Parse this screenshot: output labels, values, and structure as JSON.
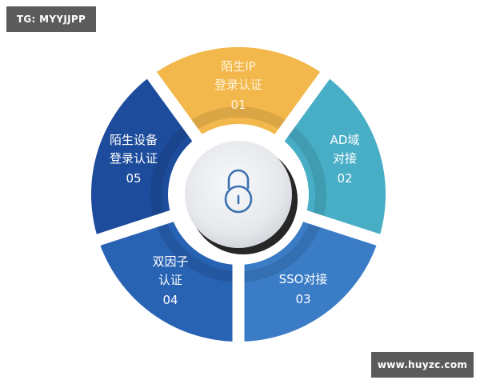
{
  "watermarks": {
    "top_left": "TG: MYYJJPP",
    "bottom_right": "www.huyzc.com"
  },
  "center": {
    "icon": "padlock-icon"
  },
  "segments": [
    {
      "line1": "陌生IP",
      "line2": "登录认证",
      "number": "01",
      "color": "#F3B84C"
    },
    {
      "line1": "AD域",
      "line2": "对接",
      "number": "02",
      "color": "#48AEC6"
    },
    {
      "line1": "SSO对接",
      "line2": "",
      "number": "03",
      "color": "#3A7CC6"
    },
    {
      "line1": "双因子",
      "line2": "认证",
      "number": "04",
      "color": "#2862B3"
    },
    {
      "line1": "陌生设备",
      "line2": "登录认证",
      "number": "05",
      "color": "#1D4C9C"
    }
  ]
}
